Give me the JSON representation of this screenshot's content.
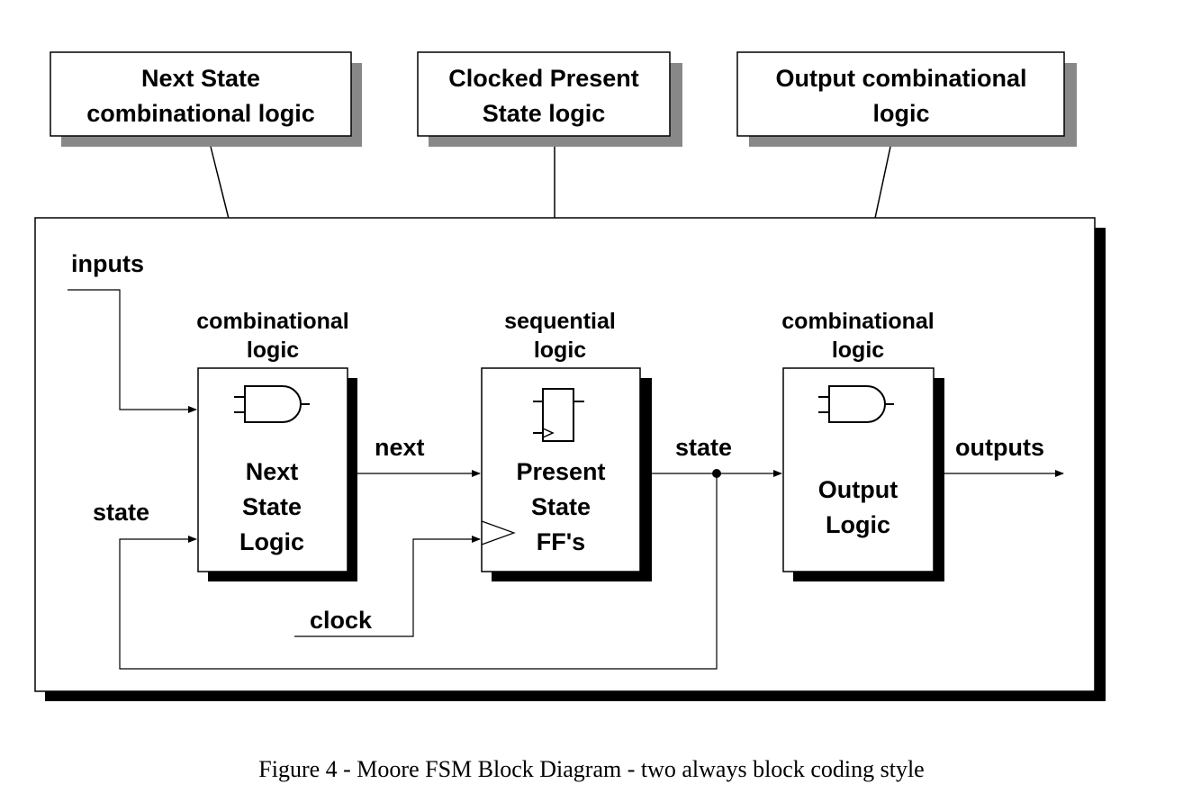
{
  "callouts": {
    "next_state": [
      "Next State",
      "combinational logic"
    ],
    "present_state": [
      "Clocked Present",
      "State logic"
    ],
    "output": [
      "Output combinational",
      "logic"
    ]
  },
  "category_labels": {
    "next_state": [
      "combinational",
      "logic"
    ],
    "present_state": [
      "sequential",
      "logic"
    ],
    "output": [
      "combinational",
      "logic"
    ]
  },
  "blocks": {
    "next_state": [
      "Next",
      "State",
      "Logic"
    ],
    "present_state": [
      "Present",
      "State",
      "FF's"
    ],
    "output": [
      "Output",
      "Logic"
    ]
  },
  "signals": {
    "inputs": "inputs",
    "state_feedback": "state",
    "next": "next",
    "state_out": "state",
    "clock": "clock",
    "outputs": "outputs"
  },
  "icons": {
    "next_state": "and-gate-icon",
    "present_state": "flip-flop-icon",
    "output": "and-gate-icon"
  },
  "caption": "Figure 4 - Moore FSM Block Diagram - two always block coding style"
}
